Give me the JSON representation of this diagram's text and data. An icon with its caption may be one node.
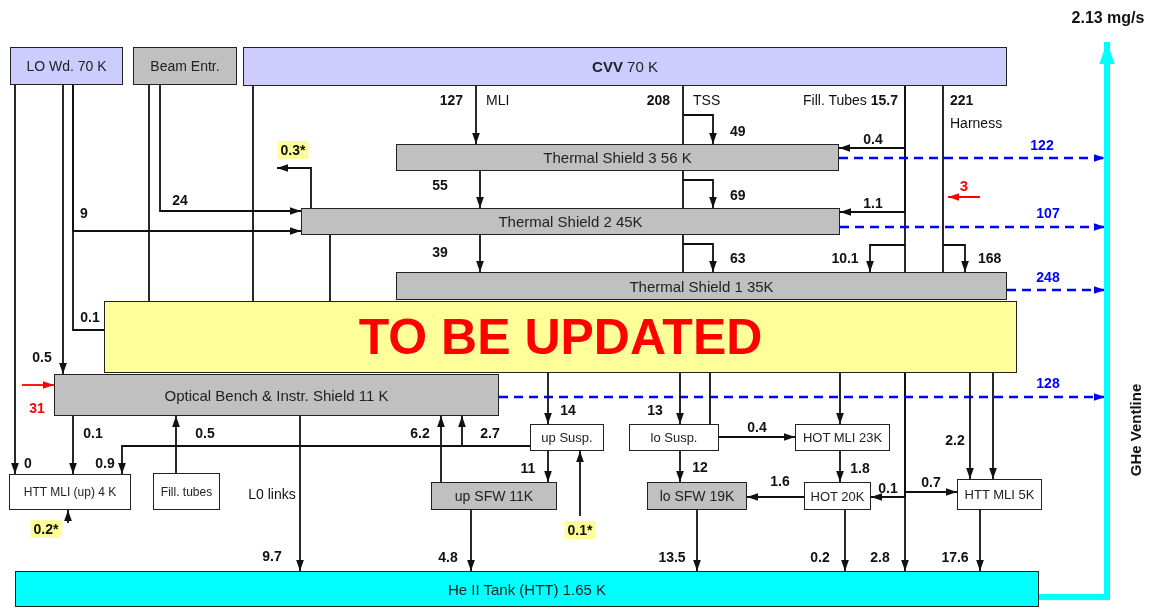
{
  "diagram": {
    "nodes": [
      {
        "text": [
          "LO Wd. 70 K"
        ]
      },
      {
        "text": [
          "Beam Entr."
        ]
      },
      {
        "text": [
          "**CVV** 70 K"
        ]
      },
      {
        "text": [
          "Thermal Shield 3 56 K"
        ]
      },
      {
        "text": [
          "Thermal Shield 2 45K"
        ]
      },
      {
        "text": [
          "Thermal Shield 1 35K"
        ]
      },
      {
        "text": [
          "TO BE UPDATED"
        ]
      },
      {
        "text": [
          "Optical Bench & Instr. Shield 11 K"
        ]
      },
      {
        "text": [
          "HTT MLI (up) 4 K"
        ]
      },
      {
        "text": [
          "Fill. tubes"
        ]
      },
      {
        "text": [
          "up Susp."
        ]
      },
      {
        "text": [
          "lo Susp."
        ]
      },
      {
        "text": [
          "HOT MLI 23K"
        ]
      },
      {
        "text": [
          "up SFW 11K"
        ]
      },
      {
        "text": [
          "lo SFW 19K"
        ]
      },
      {
        "text": [
          "HOT 20K"
        ]
      },
      {
        "text": [
          "HTT MLI 5K"
        ]
      },
      {
        "text": [
          "He II Tank (HTT) 1.65 K"
        ]
      }
    ],
    "edges": [
      {
        "from": 2,
        "to": 3,
        "arrow": "to",
        "label": "127"
      },
      {
        "from": 2,
        "to": 3,
        "arrow": "to",
        "label": "49"
      },
      {
        "from": 3,
        "to": 4,
        "arrow": "to",
        "label": "55"
      },
      {
        "from": 3,
        "to": 4,
        "arrow": "to",
        "label": "69"
      },
      {
        "from": 4,
        "to": 5,
        "arrow": "to",
        "label": "39"
      },
      {
        "from": 4,
        "to": 5,
        "arrow": "to",
        "label": "63"
      },
      {
        "from": 2,
        "to": 3,
        "arrow": "to",
        "label": "0.4"
      },
      {
        "from": 2,
        "to": 4,
        "arrow": "to",
        "label": "1.1"
      },
      {
        "from": 2,
        "to": 5,
        "arrow": "to",
        "label": "10.1"
      },
      {
        "from": 2,
        "to": 5,
        "arrow": "to",
        "label": "168"
      },
      {
        "from": 6,
        "to": 17,
        "arrow": "to",
        "label": "2.8"
      },
      {
        "from": 6,
        "to": 15,
        "arrow": "to",
        "label": "0.1"
      },
      {
        "from": 6,
        "to": 16,
        "arrow": "to",
        "label": "0.7"
      },
      {
        "from": 0,
        "to": 8,
        "arrow": "to",
        "label": "0"
      },
      {
        "from": 0,
        "to": 7,
        "arrow": "to",
        "label": "0.5"
      },
      {
        "from": 0,
        "to": 6,
        "arrow": "none",
        "label": "0.1"
      },
      {
        "from": 0,
        "to": 4,
        "arrow": "to",
        "label": "9"
      },
      {
        "from": 1,
        "to": 6,
        "arrow": "none"
      },
      {
        "from": 1,
        "to": 4,
        "arrow": "to",
        "label": "24"
      },
      {
        "from": 2,
        "to": 6,
        "arrow": "none"
      },
      {
        "from": 4,
        "to": 6,
        "arrow": "none"
      },
      {
        "from": 4,
        "to": null,
        "arrow": "to",
        "label": "0.3*"
      },
      {
        "from": 3,
        "to": null,
        "arrow": "to",
        "label": "122",
        "style": "dashed",
        "color": "#0000ff"
      },
      {
        "from": 4,
        "to": null,
        "arrow": "to",
        "label": "107",
        "style": "dashed",
        "color": "#0000ff"
      },
      {
        "from": 5,
        "to": null,
        "arrow": "to",
        "label": "248",
        "style": "dashed",
        "color": "#0000ff"
      },
      {
        "from": 7,
        "to": null,
        "arrow": "to",
        "label": "128",
        "style": "dashed",
        "color": "#0000ff"
      },
      {
        "from": null,
        "to": 7,
        "arrow": "to",
        "label": "31",
        "color": "#ff0000"
      },
      {
        "from": 7,
        "to": 8,
        "arrow": "to",
        "label": "0.1"
      },
      {
        "from": 7,
        "to": 17,
        "arrow": "to",
        "label": "9.7"
      },
      {
        "from": 9,
        "to": 7,
        "arrow": "to",
        "label": "0.5"
      },
      {
        "from": 13,
        "to": 7,
        "arrow": "to",
        "label": "6.2"
      },
      {
        "from": 10,
        "to": 7,
        "arrow": "to",
        "label": "2.7"
      },
      {
        "from": 10,
        "to": 8,
        "arrow": "to",
        "label": "0.9"
      },
      {
        "from": 10,
        "to": 13,
        "arrow": "to",
        "label": "11"
      },
      {
        "from": null,
        "to": 10,
        "arrow": "to",
        "label": "0.1*"
      },
      {
        "from": null,
        "to": 8,
        "arrow": "to",
        "label": "0.2*"
      },
      {
        "from": 11,
        "to": 12,
        "arrow": "to",
        "label": "0.4"
      },
      {
        "from": 11,
        "to": 14,
        "arrow": "to",
        "label": "12"
      },
      {
        "from": 15,
        "to": 14,
        "arrow": "to",
        "label": "1.6"
      },
      {
        "from": 12,
        "to": 15,
        "arrow": "to",
        "label": "1.8"
      },
      {
        "from": 13,
        "to": 17,
        "arrow": "to",
        "label": "4.8"
      },
      {
        "from": 14,
        "to": 17,
        "arrow": "to",
        "label": "13.5"
      },
      {
        "from": 15,
        "to": 17,
        "arrow": "to",
        "label": "0.2"
      },
      {
        "from": 16,
        "to": 17,
        "arrow": "to",
        "label": "17.6"
      },
      {
        "from": 6,
        "to": 10,
        "arrow": "to",
        "label": "14"
      },
      {
        "from": 6,
        "to": 11,
        "arrow": "to",
        "label": "13"
      },
      {
        "from": 6,
        "to": 11,
        "arrow": "none"
      },
      {
        "from": 6,
        "to": 12,
        "arrow": "to"
      },
      {
        "from": 6,
        "to": 16,
        "arrow": "to",
        "label": "2.2"
      },
      {
        "from": 6,
        "to": 16,
        "arrow": "to"
      },
      {
        "from": 17,
        "to": null,
        "arrow": "to",
        "label": "2.13 mg/s",
        "style": "thick",
        "color": "#00ffff"
      }
    ],
    "labels": [
      "MLI",
      "208",
      "TSS",
      "Fill. Tubes **15.7**",
      "221",
      "Harness",
      "3",
      "L0 links",
      "GHe Ventline"
    ]
  }
}
